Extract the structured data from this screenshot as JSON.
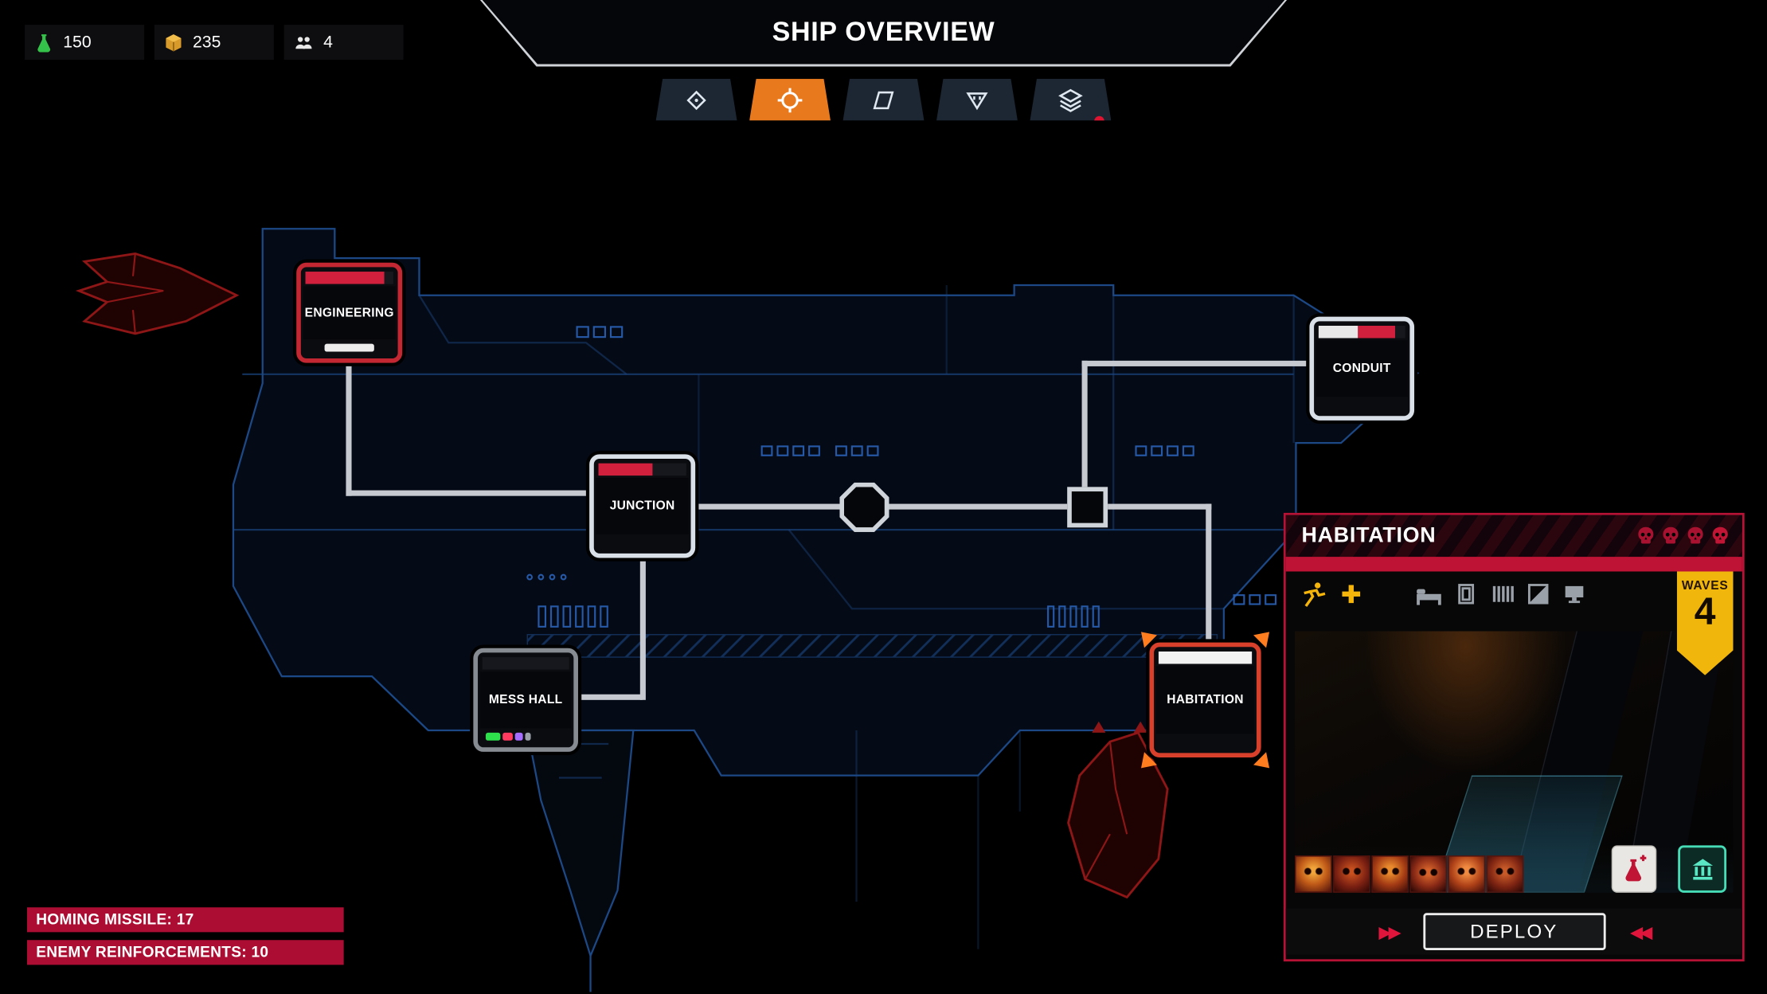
{
  "colors": {
    "accent_orange": "#e8791d",
    "crimson": "#bf1335",
    "selection_orange": "#ff7d1f",
    "waves_yellow": "#f0b60c",
    "teal": "#46dcb6",
    "link_gray": "#c6cad0",
    "hull_blue": "#1c4886",
    "enemy_red": "#8e1616"
  },
  "resources": {
    "items": [
      {
        "id": "science",
        "icon": "flask-icon",
        "value": "150"
      },
      {
        "id": "scrap",
        "icon": "cube-icon",
        "value": "235"
      },
      {
        "id": "crew",
        "icon": "crew-icon",
        "value": "4"
      }
    ]
  },
  "header": {
    "title": "SHIP OVERVIEW"
  },
  "toolbar": {
    "tabs": [
      {
        "id": "overview",
        "icon": "diamond-icon",
        "active": false
      },
      {
        "id": "targeting",
        "icon": "crosshair-icon",
        "active": true
      },
      {
        "id": "rooms",
        "icon": "room-icon",
        "active": false
      },
      {
        "id": "threats",
        "icon": "funnel-icon",
        "active": false
      },
      {
        "id": "layers",
        "icon": "layers-icon",
        "active": false,
        "notification": true
      }
    ]
  },
  "map": {
    "rooms": [
      {
        "id": "engineering",
        "label": "ENGINEERING",
        "state": "damaged"
      },
      {
        "id": "junction",
        "label": "JUNCTION",
        "state": "damaged"
      },
      {
        "id": "conduit",
        "label": "CONDUIT",
        "state": "damaged"
      },
      {
        "id": "mess-hall",
        "label": "MESS HALL",
        "state": "normal"
      },
      {
        "id": "habitation",
        "label": "HABITATION",
        "state": "selected"
      }
    ],
    "enemy_markers": [
      "enemy-ship-left",
      "enemy-ship-bottom"
    ]
  },
  "alerts": [
    {
      "label": "HOMING MISSILE: 17"
    },
    {
      "label": "ENEMY REINFORCEMENTS: 10"
    }
  ],
  "panel": {
    "title": "HABITATION",
    "threat_skulls": 4,
    "feature_icons": [
      "runner-icon",
      "plus-icon",
      "bed-icon",
      "door-icon",
      "vent-icon",
      "shade-icon",
      "console-icon"
    ],
    "waves": {
      "label": "WAVES",
      "value": "4"
    },
    "enemy_portraits": 6,
    "buttons": {
      "consumable_icon": "flask-plus-icon",
      "shelter_icon": "building-icon"
    },
    "deploy": {
      "label": "DEPLOY",
      "prev_arrows": "▶▶",
      "next_arrows": "◀◀"
    }
  }
}
